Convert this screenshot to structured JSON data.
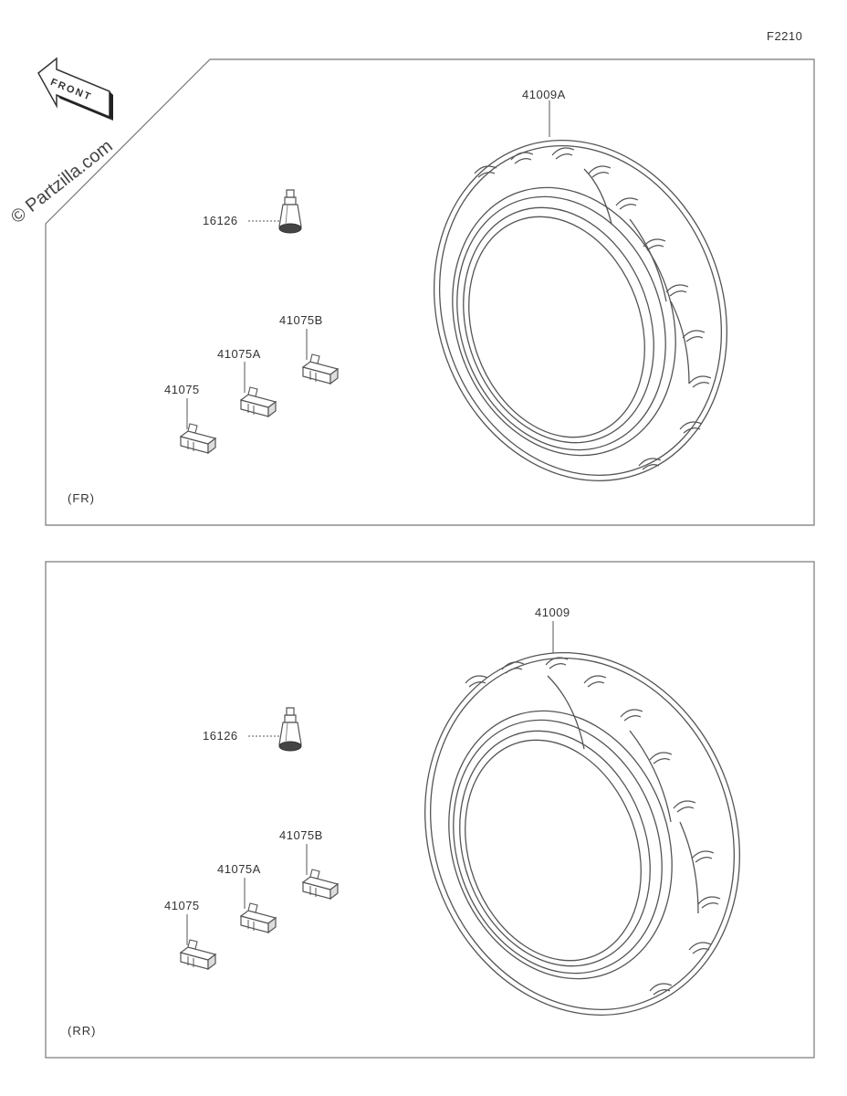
{
  "figure_code": "F2210",
  "watermark": "© Partzilla.com",
  "front_arrow": {
    "text": "FRONT"
  },
  "panels": [
    {
      "section": "(FR)",
      "parts": {
        "tire": "41009A",
        "valve": "16126",
        "weight_b": "41075B",
        "weight_a": "41075A",
        "weight": "41075"
      }
    },
    {
      "section": "(RR)",
      "parts": {
        "tire": "41009",
        "valve": "16126",
        "weight_b": "41075B",
        "weight_a": "41075A",
        "weight": "41075"
      }
    }
  ],
  "colors": {
    "line": "#555555",
    "frame": "#777777",
    "background": "#ffffff"
  }
}
